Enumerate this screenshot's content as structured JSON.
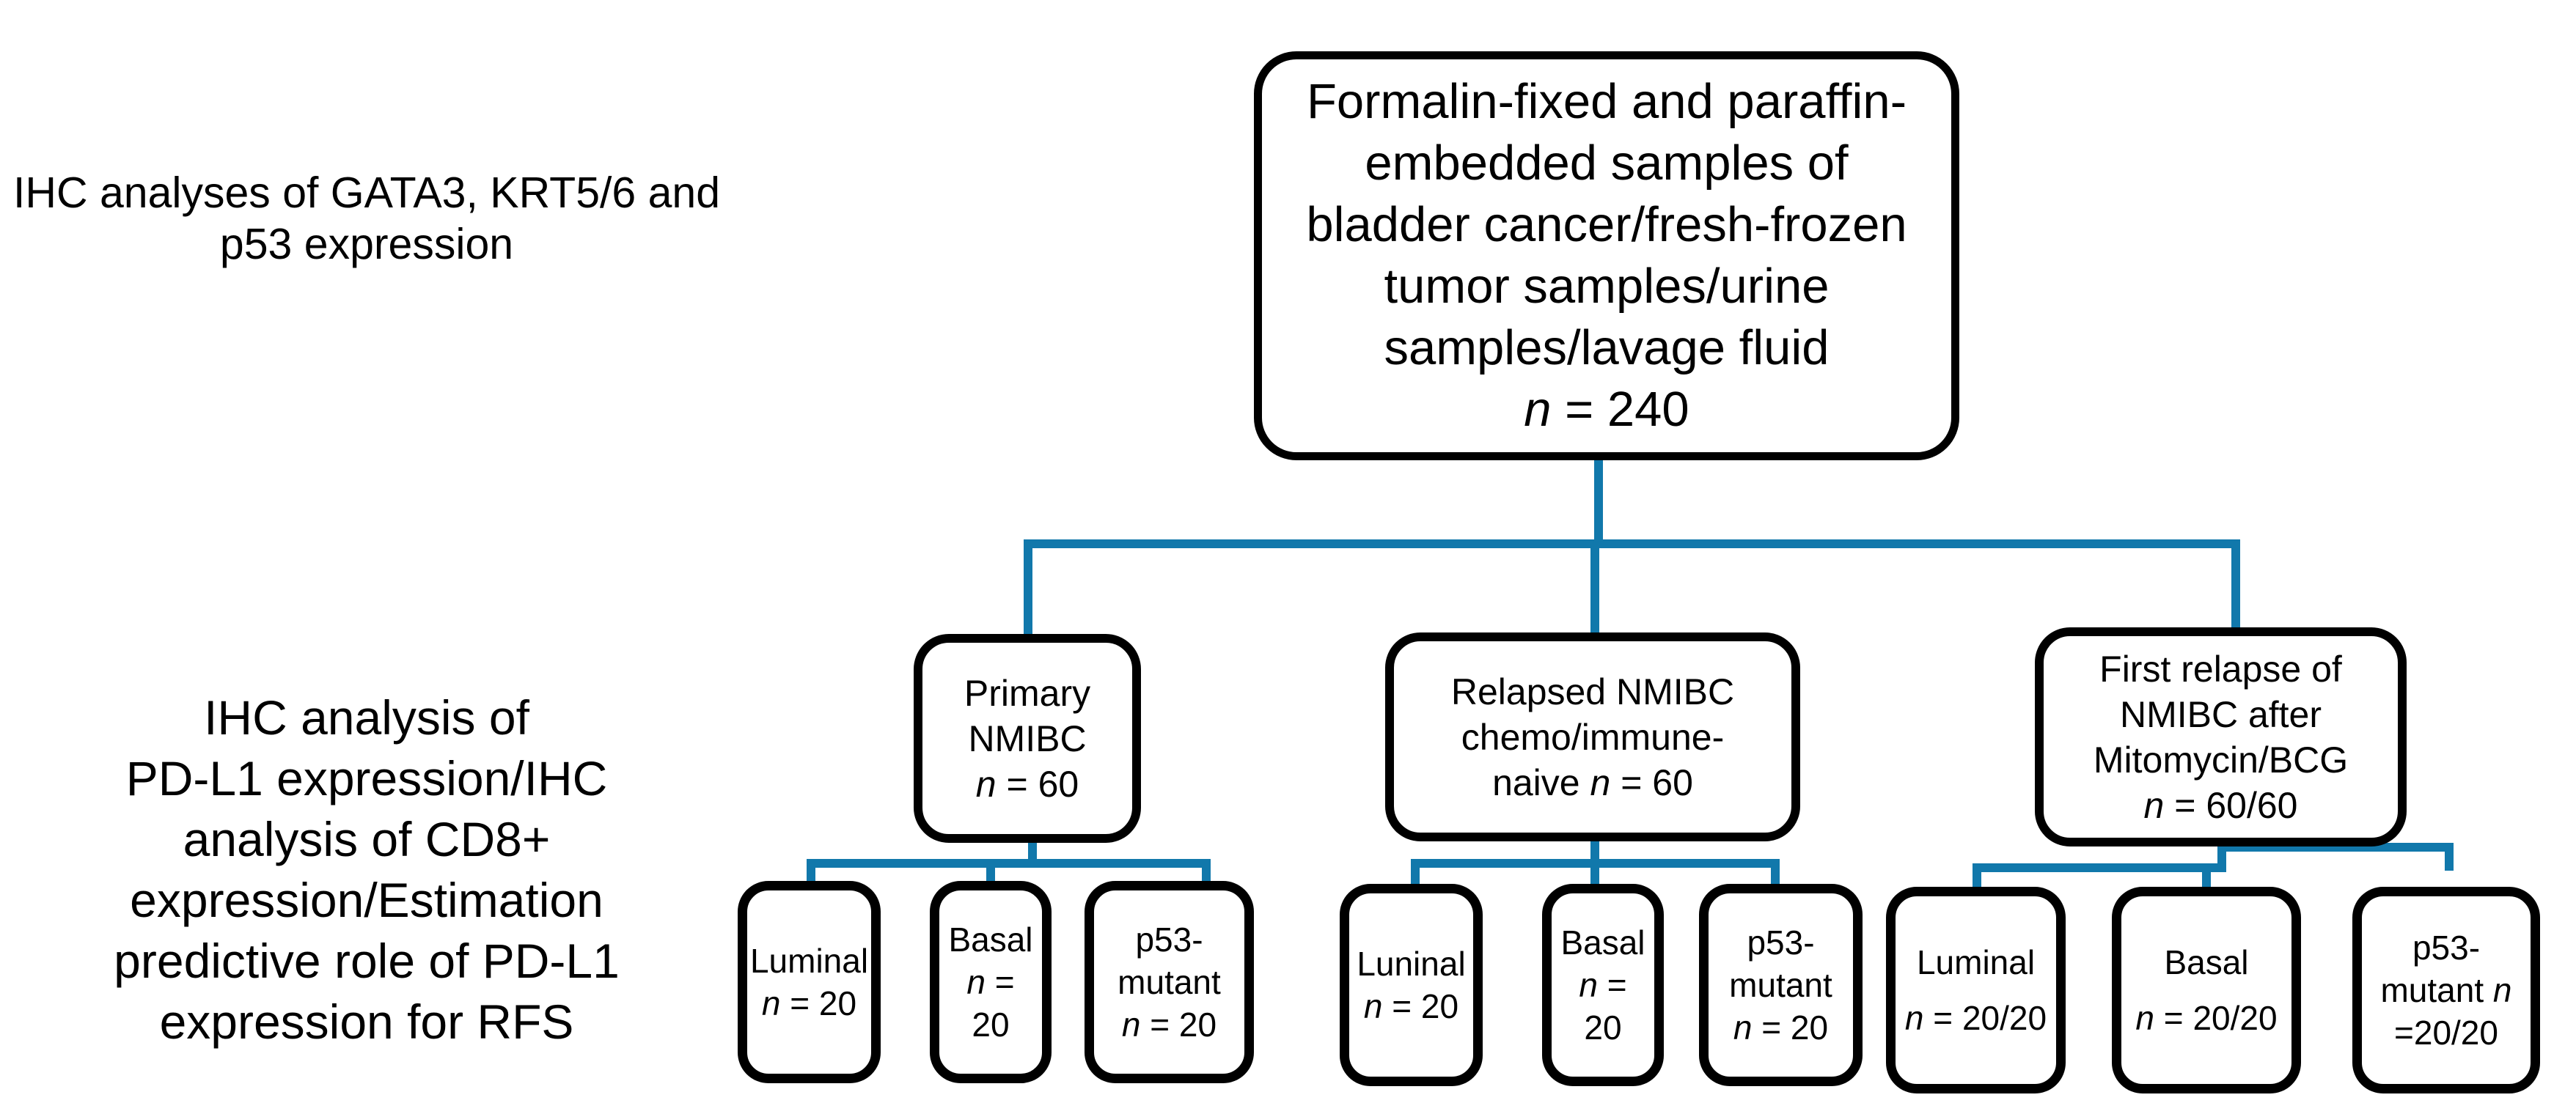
{
  "figure": {
    "type": "study-design-flowchart",
    "topic": "Bladder cancer NMIBC sample analysis"
  },
  "colors": {
    "connector": "#1178ab",
    "box_border": "#000000",
    "text": "#000000",
    "background": "#ffffff"
  },
  "notes": {
    "markers": {
      "lines": [
        "IHC analyses of GATA3, KRT5/6 and",
        "p53 expression"
      ]
    },
    "pdl1": {
      "lines": [
        "IHC analysis of",
        "PD-L1 expression/IHC",
        "analysis of CD8+",
        "expression/Estimation",
        "predictive role of PD-L1",
        "expression for RFS"
      ]
    }
  },
  "boxes": {
    "root": {
      "lines": [
        "Formalin-fixed and paraffin-",
        "embedded samples of",
        "bladder cancer/fresh-frozen",
        "tumor samples/urine",
        "samples/lavage fluid",
        [
          {
            "i": "n"
          },
          {
            "t": " = 240"
          }
        ]
      ]
    },
    "primary": {
      "lines": [
        "Primary",
        "NMIBC",
        [
          {
            "i": "n"
          },
          {
            "t": " = 60"
          }
        ]
      ]
    },
    "relapsed": {
      "lines": [
        "Relapsed NMIBC",
        "chemo/immune-",
        [
          {
            "t": "naive "
          },
          {
            "i": "n"
          },
          {
            "t": " = 60"
          }
        ]
      ]
    },
    "first_relapse": {
      "lines": [
        "First relapse of",
        "NMIBC after",
        "Mitomycin/BCG",
        [
          {
            "i": "n"
          },
          {
            "t": " = 60/60"
          }
        ]
      ]
    },
    "g1_luminal": {
      "lines": [
        "Luminal",
        [
          {
            "i": "n"
          },
          {
            "t": " = 20"
          }
        ]
      ]
    },
    "g1_basal": {
      "lines": [
        "Basal",
        [
          {
            "i": "n"
          },
          {
            "t": " ="
          }
        ],
        "20"
      ]
    },
    "g1_p53": {
      "lines": [
        "p53-",
        "mutant",
        [
          {
            "i": "n"
          },
          {
            "t": " = 20"
          }
        ]
      ]
    },
    "g2_luminal": {
      "lines": [
        "Luninal",
        [
          {
            "i": "n"
          },
          {
            "t": " = 20"
          }
        ]
      ]
    },
    "g2_basal": {
      "lines": [
        "Basal",
        [
          {
            "i": "n"
          },
          {
            "t": " ="
          }
        ],
        "20"
      ]
    },
    "g2_p53": {
      "lines": [
        "p53-",
        "mutant",
        [
          {
            "i": "n"
          },
          {
            "t": " = 20"
          }
        ]
      ]
    },
    "g3_luminal": {
      "lines": [
        "Luminal",
        [
          {
            "i": "n"
          },
          {
            "t": " = 20/20"
          }
        ]
      ]
    },
    "g3_basal": {
      "lines": [
        "Basal",
        [
          {
            "i": "n"
          },
          {
            "t": " = 20/20"
          }
        ]
      ]
    },
    "g3_p53": {
      "lines": [
        "p53-",
        [
          {
            "t": "mutant "
          },
          {
            "i": "n"
          }
        ],
        "=20/20"
      ]
    }
  }
}
